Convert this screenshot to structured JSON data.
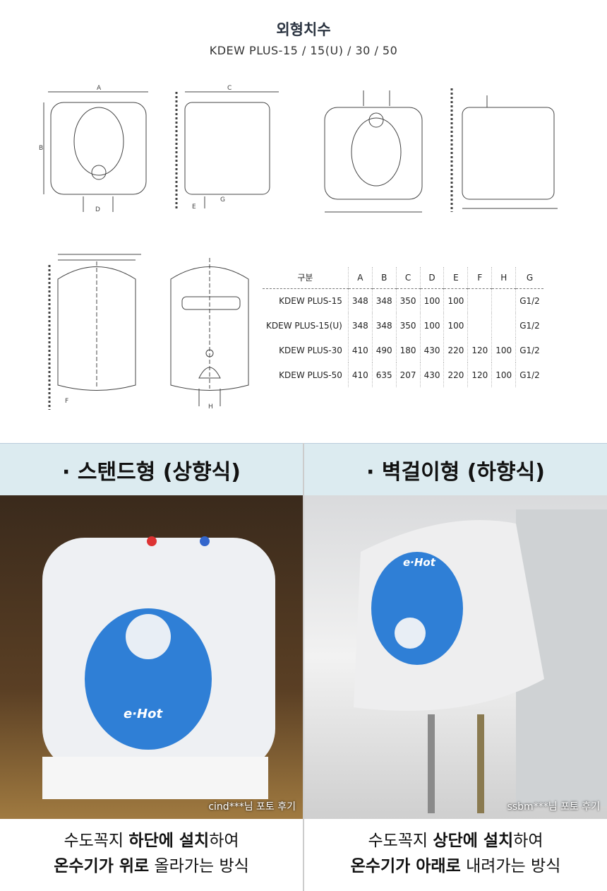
{
  "title": "외형치수",
  "subtitle": "KDEW PLUS-15 / 15(U) / 30 / 50",
  "diagram_labels": [
    "A",
    "B",
    "C",
    "D",
    "E",
    "F",
    "G",
    "H"
  ],
  "table": {
    "headers": [
      "구분",
      "A",
      "B",
      "C",
      "D",
      "E",
      "F",
      "H",
      "G"
    ],
    "rows": [
      [
        "KDEW PLUS-15",
        "348",
        "348",
        "350",
        "100",
        "100",
        "",
        "",
        "G1/2"
      ],
      [
        "KDEW PLUS-15(U)",
        "348",
        "348",
        "350",
        "100",
        "100",
        "",
        "",
        "G1/2"
      ],
      [
        "KDEW PLUS-30",
        "410",
        "490",
        "180",
        "430",
        "220",
        "120",
        "100",
        "G1/2"
      ],
      [
        "KDEW PLUS-50",
        "410",
        "635",
        "207",
        "430",
        "220",
        "120",
        "100",
        "G1/2"
      ]
    ]
  },
  "panels": [
    {
      "heading": "· 스탠드형 (상향식)",
      "credit": "cind***님 포토 후기",
      "brand": "e·Hot",
      "caption": [
        [
          {
            "t": "수도꼭지 ",
            "b": false
          },
          {
            "t": "하단에 설치",
            "b": true
          },
          {
            "t": "하여",
            "b": false
          }
        ],
        [
          {
            "t": "온수기가 위로",
            "b": true
          },
          {
            "t": " 올라가는 방식",
            "b": false
          }
        ]
      ]
    },
    {
      "heading": "· 벽걸이형 (하향식)",
      "credit": "ssbm***님 포토 후기",
      "brand": "e·Hot",
      "caption": [
        [
          {
            "t": "수도꼭지 ",
            "b": false
          },
          {
            "t": "상단에 설치",
            "b": true
          },
          {
            "t": "하여",
            "b": false
          }
        ],
        [
          {
            "t": "온수기가 아래로",
            "b": true
          },
          {
            "t": " 내려가는 방식",
            "b": false
          }
        ]
      ]
    }
  ],
  "colors": {
    "band": "#dcebf0",
    "blue": "#2f7fd6"
  }
}
